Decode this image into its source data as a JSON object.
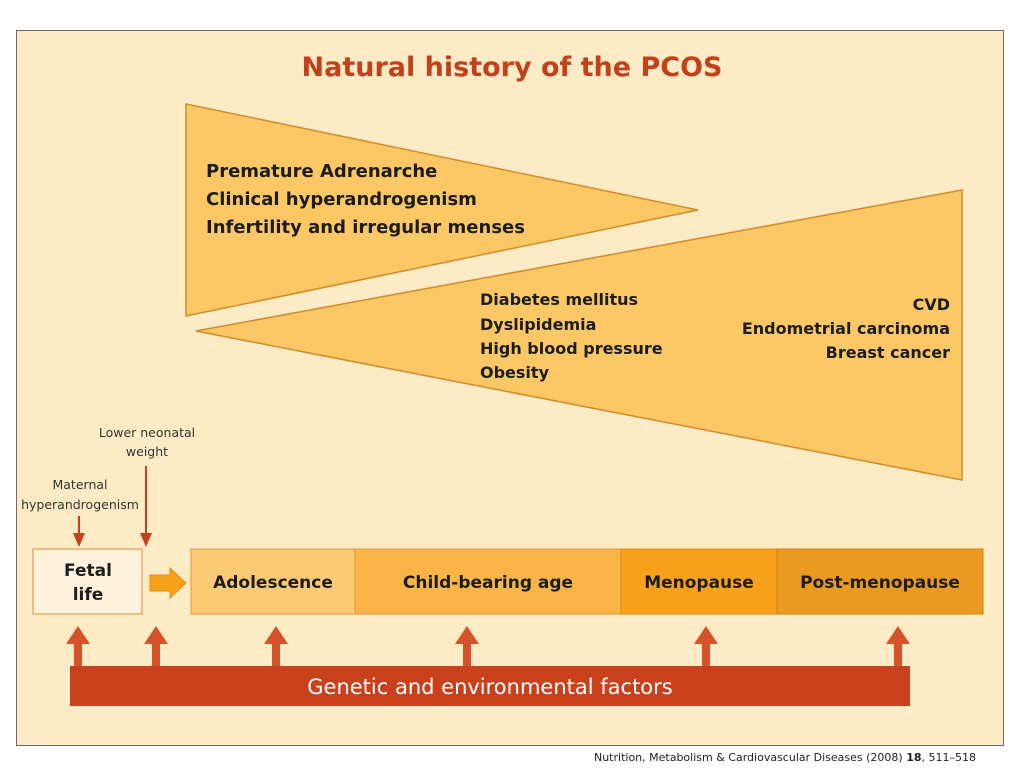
{
  "title": "Natural history of the PCOS",
  "upper_triangle": {
    "items": [
      "Premature Adrenarche",
      "Clinical hyperandrogenism",
      "Infertility and irregular menses"
    ]
  },
  "lower_triangle": {
    "middle_items": [
      "Diabetes mellitus",
      "Dyslipidemia",
      "High blood pressure",
      "Obesity"
    ],
    "right_items": [
      "CVD",
      "Endometrial carcinoma",
      "Breast cancer"
    ]
  },
  "annotations": {
    "lower_neonatal_weight": [
      "Lower neonatal",
      "weight"
    ],
    "maternal_hyperandrogenism": [
      "Maternal",
      "hyperandrogenism"
    ]
  },
  "stages": {
    "fetal_life": [
      "Fetal",
      "life"
    ],
    "adolescence": "Adolescence",
    "child_bearing_age": "Child-bearing age",
    "menopause": "Menopause",
    "post_menopause": "Post-menopause"
  },
  "banner": "Genetic and environmental factors",
  "citation": {
    "prefix": "Nutrition, Metabolism & Cardiovascular Diseases (2008) ",
    "volume": "18",
    "pages": ", 511–518"
  },
  "colors": {
    "background": "#fdebc6",
    "triangle_fill": "#fbc865",
    "title": "#c2401a",
    "arrow": "#d5522a",
    "banner": "#c8401c",
    "stage_adolescence": "#fbca74",
    "stage_child_bearing": "#f9b548",
    "stage_menopause": "#f7a21a",
    "stage_post_menopause": "#e99a20"
  }
}
